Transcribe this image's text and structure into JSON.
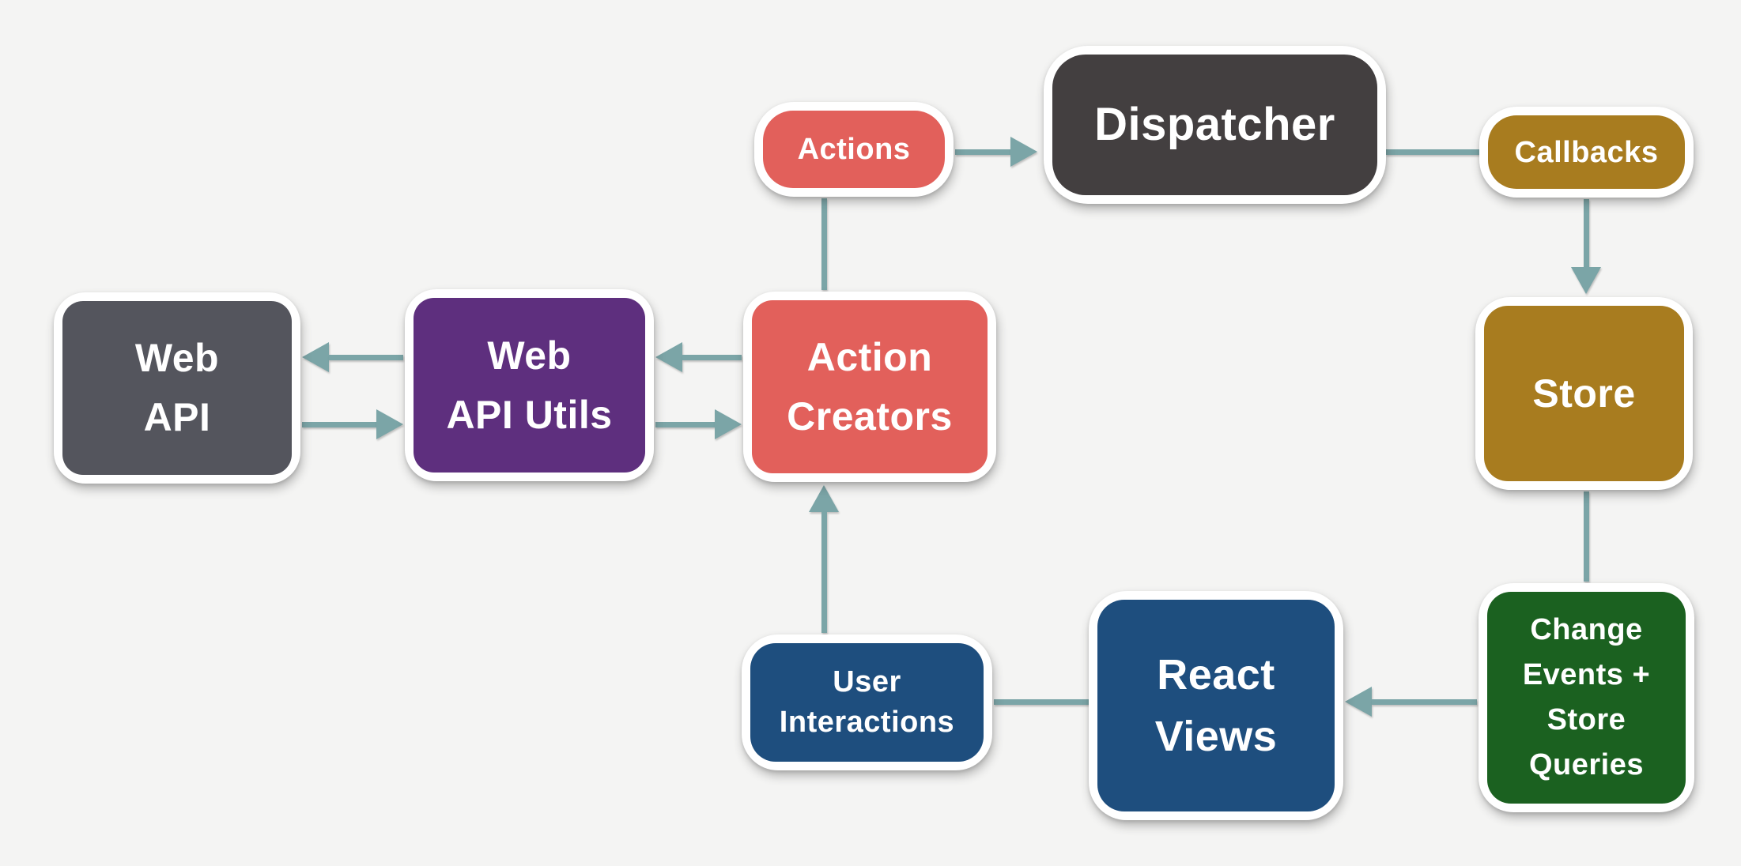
{
  "colors": {
    "background": "#f4f4f3",
    "border": "#ffffff",
    "arrow": "#7ba5a7",
    "salmon": "#e2605b",
    "dark": "#433f40",
    "gold": "#a87c1f",
    "green": "#1b6120",
    "blue": "#1e4e7e",
    "gray": "#54555d",
    "purple": "#5e2f7e"
  },
  "nodes": {
    "web_api": {
      "lines": [
        "Web",
        "API"
      ]
    },
    "web_api_utils": {
      "lines": [
        "Web",
        "API Utils"
      ]
    },
    "action_creators": {
      "lines": [
        "Action",
        "Creators"
      ]
    },
    "actions": {
      "lines": [
        "Actions"
      ]
    },
    "dispatcher": {
      "lines": [
        "Dispatcher"
      ]
    },
    "callbacks": {
      "lines": [
        "Callbacks"
      ]
    },
    "store": {
      "lines": [
        "Store"
      ]
    },
    "change_events": {
      "lines": [
        "Change",
        "Events +",
        "Store",
        "Queries"
      ]
    },
    "react_views": {
      "lines": [
        "React",
        "Views"
      ]
    },
    "user_interactions": {
      "lines": [
        "User",
        "Interactions"
      ]
    }
  }
}
